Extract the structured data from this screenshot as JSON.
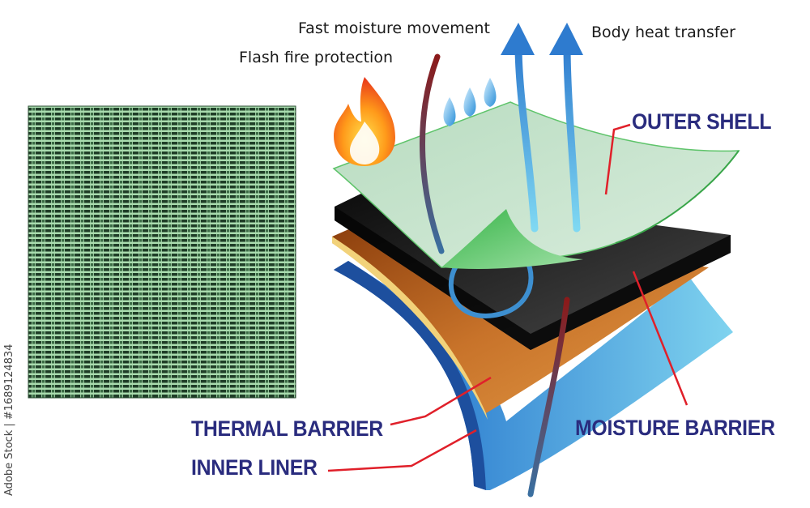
{
  "captions": {
    "fast_moisture": "Fast moisture movement",
    "body_heat": "Body heat transfer",
    "flash_fire": "Flash fire protection"
  },
  "layers": {
    "outer_shell": "OUTER SHELL",
    "moisture_barrier": "MOISTURE BARRIER",
    "thermal_barrier": "THERMAL BARRIER",
    "inner_liner": "INNER LINER"
  },
  "watermark": "Adobe Stock | #168912483​4",
  "colors": {
    "label_text": "#2a2c7e",
    "leader_line": "#e0202a",
    "outer_shell": "#c9e3cf",
    "moisture_barrier": "#1c1c1c",
    "thermal_barrier": "#b35a1a",
    "inner_liner": "#5bc0e6",
    "arrow_blue": "#3a8fd6",
    "heat_line": "#8b1a1a"
  },
  "icons": [
    "fire-icon",
    "water-drop-icon",
    "up-arrow-icon",
    "fabric-swatch"
  ]
}
